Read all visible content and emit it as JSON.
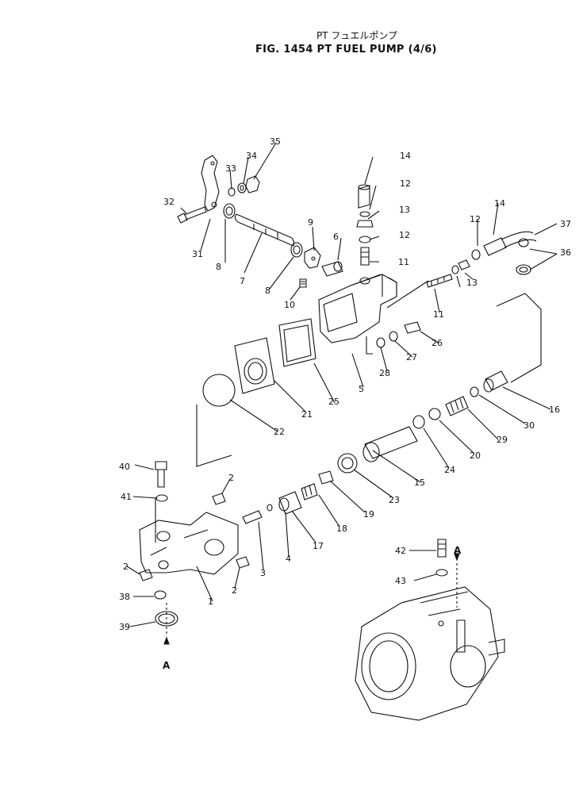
{
  "header": {
    "title_jp": "PT フュエルポンプ",
    "title_en": "FIG. 1454  PT FUEL PUMP (4/6)"
  },
  "callouts": [
    "1",
    "2",
    "2",
    "2",
    "3",
    "4",
    "5",
    "6",
    "7",
    "8",
    "8",
    "9",
    "10",
    "11",
    "11",
    "12",
    "12",
    "12",
    "13",
    "13",
    "14",
    "14",
    "15",
    "16",
    "17",
    "18",
    "19",
    "20",
    "21",
    "22",
    "23",
    "24",
    "25",
    "26",
    "27",
    "28",
    "29",
    "30",
    "31",
    "32",
    "33",
    "34",
    "35",
    "36",
    "37",
    "38",
    "39",
    "40",
    "41",
    "42",
    "43"
  ],
  "view_markers": {
    "a_top": "A",
    "a_bottom": "A"
  }
}
